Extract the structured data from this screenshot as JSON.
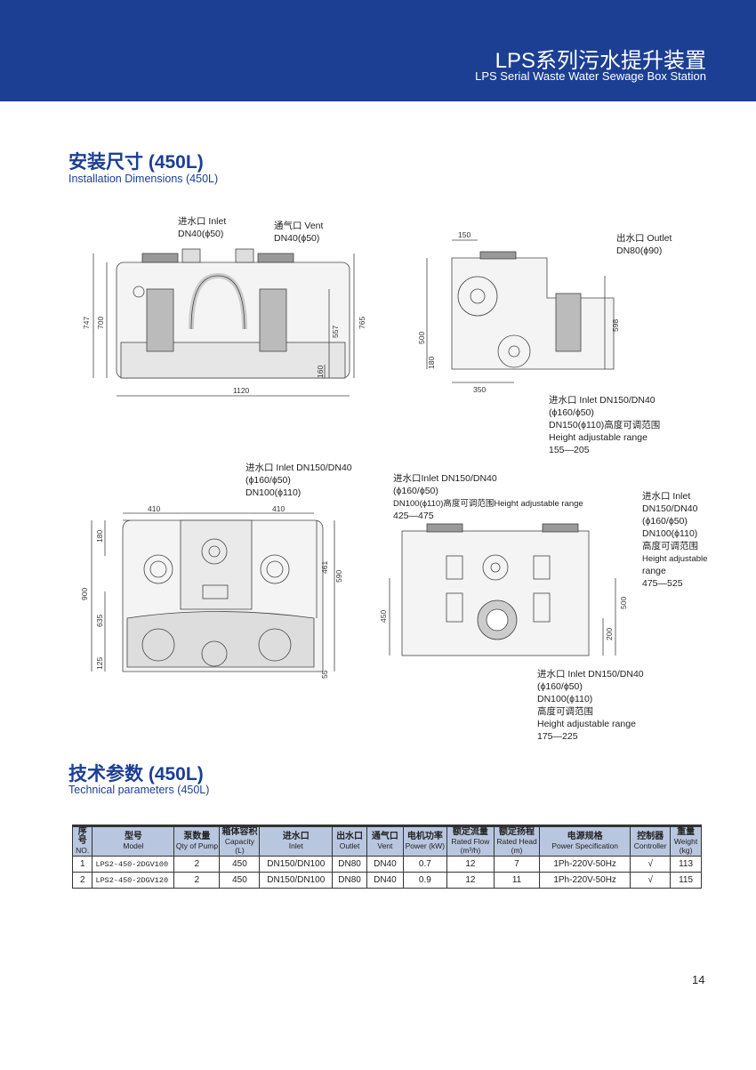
{
  "header": {
    "title": "LPS系列污水提升装置",
    "subtitle": "LPS Serial Waste Water Sewage Box Station"
  },
  "install": {
    "title": "安装尺寸 (450L)",
    "subtitle": "Installation Dimensions (450L)"
  },
  "front_view": {
    "inlet_label": "进水口 Inlet",
    "inlet_size": "DN40(ϕ50)",
    "vent_label": "通气口 Vent",
    "vent_size": "DN40(ϕ50)",
    "dims": {
      "width": "1120",
      "h747": "747",
      "h700": "700",
      "h557": "557",
      "h765": "765",
      "h160": "160"
    }
  },
  "side_view": {
    "outlet_label": "出水口 Outlet",
    "outlet_size": "DN80(ϕ90)",
    "inlet_lines": [
      "进水口 Inlet DN150/DN40",
      "(ϕ160/ϕ50)",
      "DN150(ϕ110)高度可调范围",
      "Height adjustable range",
      "155—205"
    ],
    "dims": {
      "d150": "150",
      "d350": "350",
      "h500": "500",
      "h180": "180",
      "h598": "598"
    }
  },
  "top_view": {
    "inlet_lines": [
      "进水口 Inlet DN150/DN40",
      "(ϕ160/ϕ50)",
      "DN100(ϕ110)"
    ],
    "dims": {
      "w410a": "410",
      "w410b": "410",
      "h180": "180",
      "h900": "900",
      "h635": "635",
      "h125": "125",
      "h461": "461",
      "h590": "590",
      "w55": "55"
    }
  },
  "back_view": {
    "inlet_top_lines": [
      "进水口Inlet DN150/DN40",
      "(ϕ160/ϕ50)",
      "DN100(ϕ110)高度可调范围Height adjustable range",
      "425—475"
    ],
    "inlet_right_lines": [
      "进水口 Inlet",
      "DN150/DN40",
      "(ϕ160/ϕ50)",
      "DN100(ϕ110)",
      "高度可调范围",
      "Height adjustable",
      "range",
      "475—525"
    ],
    "inlet_bottom_lines": [
      "进水口 Inlet DN150/DN40",
      "(ϕ160/ϕ50)",
      "DN100(ϕ110)",
      "高度可调范围",
      "Height adjustable range",
      "175—225"
    ],
    "dims": {
      "h450": "450",
      "h500": "500",
      "h200": "200"
    }
  },
  "tech": {
    "title": "技术参数 (450L)",
    "subtitle": "Technical parameters (450L)"
  },
  "table": {
    "headers": [
      {
        "cn": "序号",
        "en": "NO."
      },
      {
        "cn": "型号",
        "en": "Model"
      },
      {
        "cn": "泵数量",
        "en": "Qty of Pump"
      },
      {
        "cn": "箱体容积",
        "en": "Capacity (L)"
      },
      {
        "cn": "进水口",
        "en": "Inlet"
      },
      {
        "cn": "出水口",
        "en": "Outlet"
      },
      {
        "cn": "通气口",
        "en": "Vent"
      },
      {
        "cn": "电机功率",
        "en": "Power (kW)"
      },
      {
        "cn": "额定流量",
        "en": "Rated Flow (m³/h)"
      },
      {
        "cn": "额定扬程",
        "en": "Rated Head (m)"
      },
      {
        "cn": "电源规格",
        "en": "Power Specification"
      },
      {
        "cn": "控制器",
        "en": "Controller"
      },
      {
        "cn": "重量",
        "en": "Weight (kg)"
      }
    ],
    "rows": [
      [
        "1",
        "LPS2-450-2DGV100",
        "2",
        "450",
        "DN150/DN100",
        "DN80",
        "DN40",
        "0.7",
        "12",
        "7",
        "1Ph-220V-50Hz",
        "√",
        "113"
      ],
      [
        "2",
        "LPS2-450-2DGV120",
        "2",
        "450",
        "DN150/DN100",
        "DN80",
        "DN40",
        "0.9",
        "12",
        "11",
        "1Ph-220V-50Hz",
        "√",
        "115"
      ]
    ]
  },
  "page_number": "14"
}
